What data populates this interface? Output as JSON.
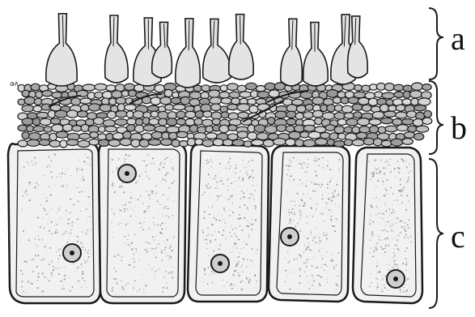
{
  "figure": {
    "labels": {
      "a": "a",
      "b": "b",
      "c": "c"
    },
    "microscript": "ǝʌ"
  },
  "colors": {
    "ink": "#1a1a1a",
    "cell_fill": "#f1f1f1",
    "speckle": "#9a9a9a",
    "nucleus": "#2a2a2a",
    "background": "#ffffff"
  }
}
